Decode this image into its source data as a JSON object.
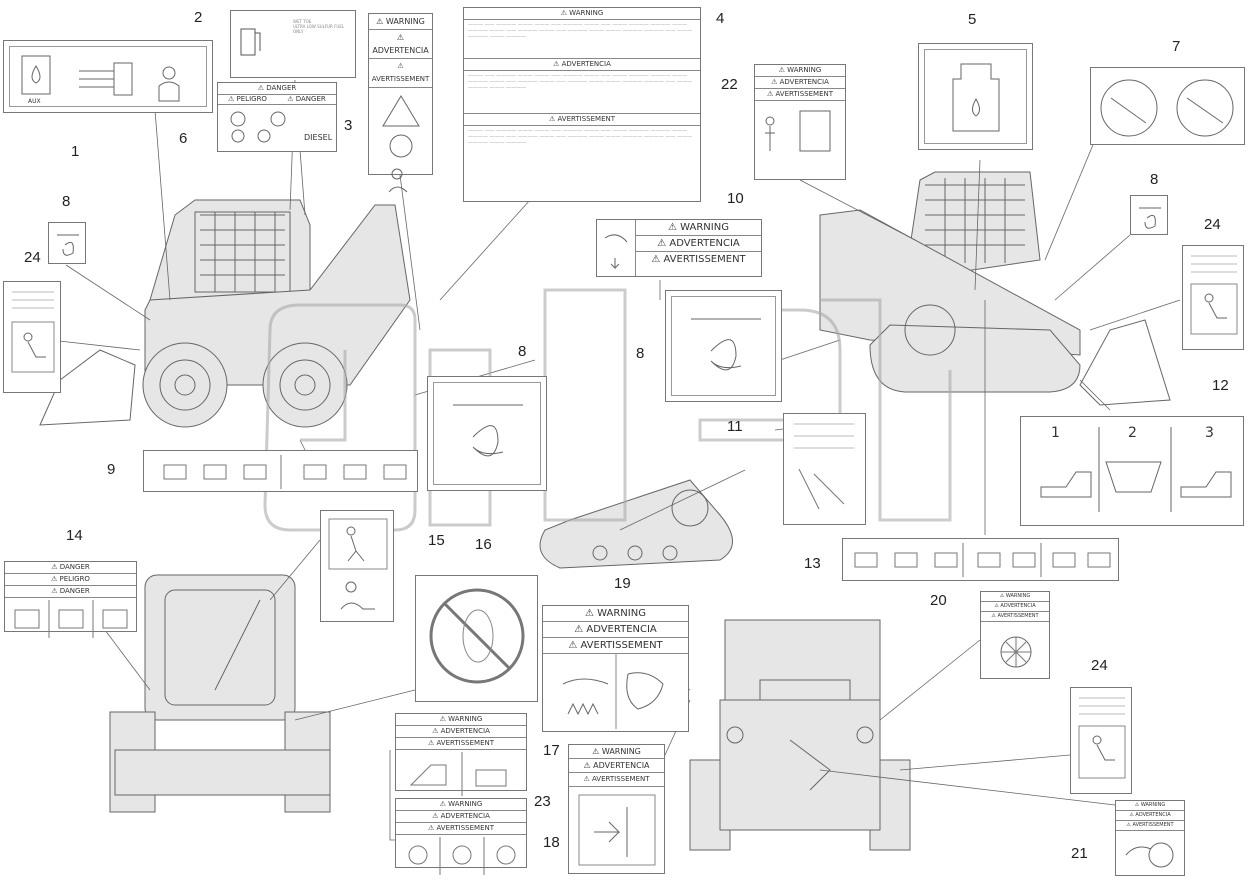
{
  "callouts": [
    "1",
    "2",
    "3",
    "4",
    "5",
    "6",
    "7",
    "8",
    "8",
    "8",
    "8",
    "9",
    "10",
    "11",
    "12",
    "13",
    "14",
    "15",
    "16",
    "17",
    "18",
    "19",
    "20",
    "21",
    "22",
    "23",
    "24",
    "24",
    "24"
  ],
  "warn": {
    "warning": "⚠ WARNING",
    "advertencia": "⚠ ADVERTENCIA",
    "avertissement": "⚠ AVERTISSEMENT",
    "warning_nb": "⚠ WARNING",
    "advertencia_nb": "⚠ ADVERTENCIA",
    "avertissement_nb": "⚠ AVERTISSEMENT"
  },
  "decal4": {
    "warning": "⚠ WARNING",
    "advertencia": "⚠ ADVERTENCIA",
    "avertissement": "⚠ AVERTISSEMENT"
  },
  "decal6": {
    "danger": "⚠ DANGER",
    "peligro": "⚠ PELIGRO",
    "danger2": "⚠ DANGER",
    "diesel": "DIESEL"
  },
  "decal2": {
    "line1": "WET TOE",
    "line2": "ULTRA LOW SULFUR FUEL ONLY"
  },
  "decal1": {
    "aux": "AUX"
  },
  "decal12": {
    "steps": [
      "1",
      "2",
      "3"
    ]
  },
  "decal14": {
    "danger": "⚠ DANGER",
    "peligro": "⚠ PELIGRO",
    "danger2": "⚠ DANGER"
  }
}
